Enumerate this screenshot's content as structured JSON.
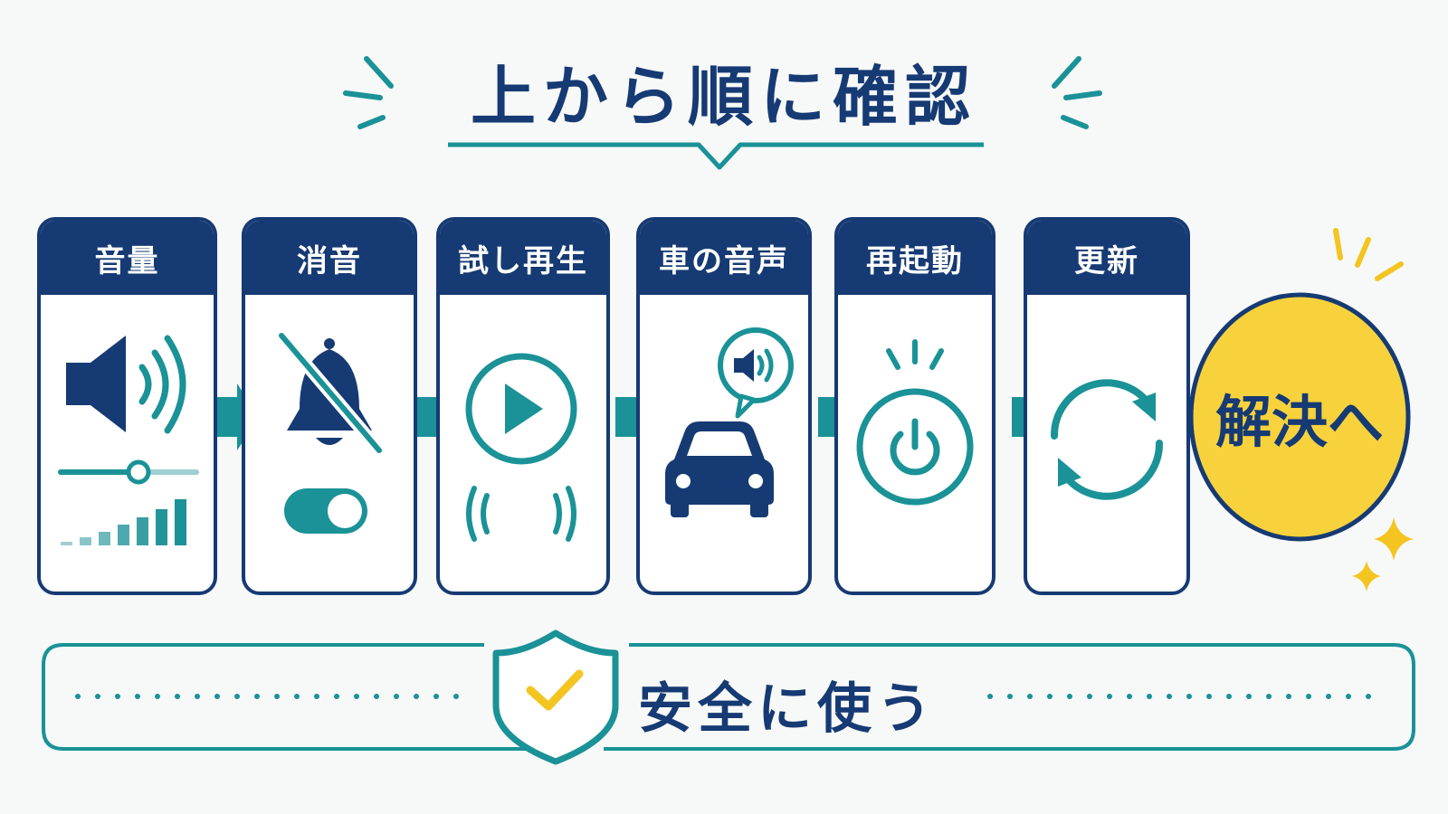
{
  "title": "上から順に確認",
  "steps": [
    {
      "label": "音量",
      "icon": "speaker-volume-icon"
    },
    {
      "label": "消音",
      "icon": "muted-bell-icon"
    },
    {
      "label": "試し再生",
      "icon": "play-icon"
    },
    {
      "label": "車の音声",
      "icon": "car-audio-icon"
    },
    {
      "label": "再起動",
      "icon": "power-icon"
    },
    {
      "label": "更新",
      "icon": "refresh-icon"
    }
  ],
  "goal": {
    "label": "解決へ",
    "icon": "sparkle-icon"
  },
  "footer": {
    "label": "安全に使う",
    "icon": "shield-check-icon"
  },
  "colors": {
    "navy": "#163a73",
    "teal": "#1a9297",
    "yellow": "#f8d23c",
    "background": "#f7f8f8"
  }
}
